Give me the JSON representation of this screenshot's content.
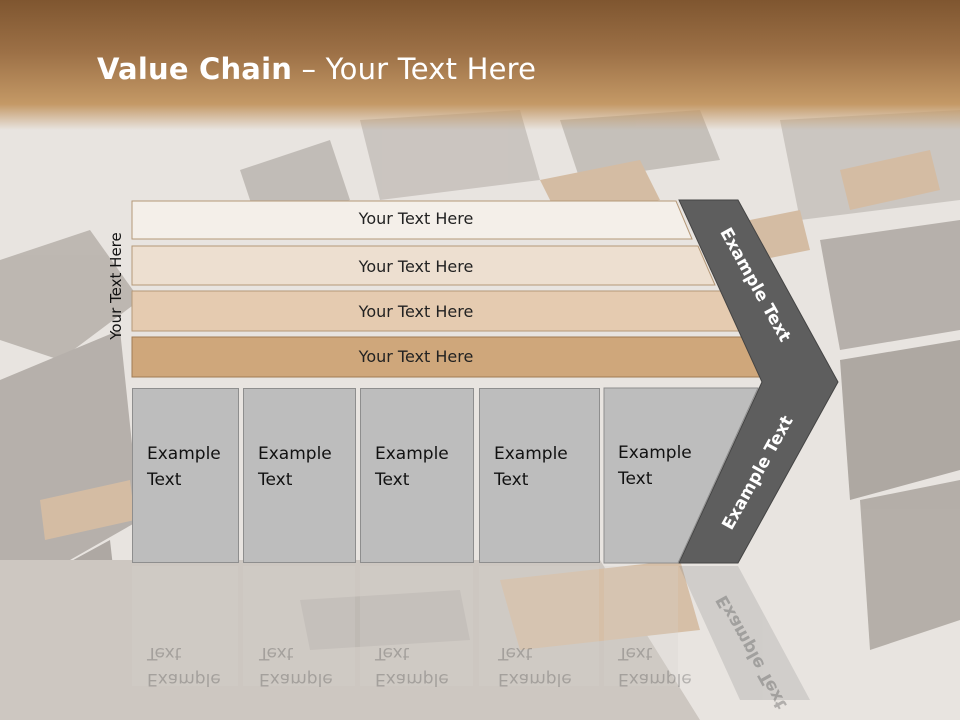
{
  "slide": {
    "title_bold": "Value Chain",
    "title_rest": " – Your Text Here",
    "side_label": "Your Text Here",
    "rows": [
      "Your Text Here",
      "Your Text Here",
      "Your Text Here",
      "Your Text Here"
    ],
    "columns": [
      "Example Text",
      "Example Text",
      "Example Text",
      "Example Text",
      "Example Text"
    ],
    "arrow_upper_label": "Example Text",
    "arrow_lower_label": "Example Text",
    "colors": {
      "header": "#9c7046",
      "row_1": "#f4efe9",
      "row_2": "#eddfd0",
      "row_3": "#e5cbb0",
      "row_4": "#cfa77b",
      "column_fill": "#bdbdbd",
      "arrow_fill": "#5e5e5e"
    }
  }
}
